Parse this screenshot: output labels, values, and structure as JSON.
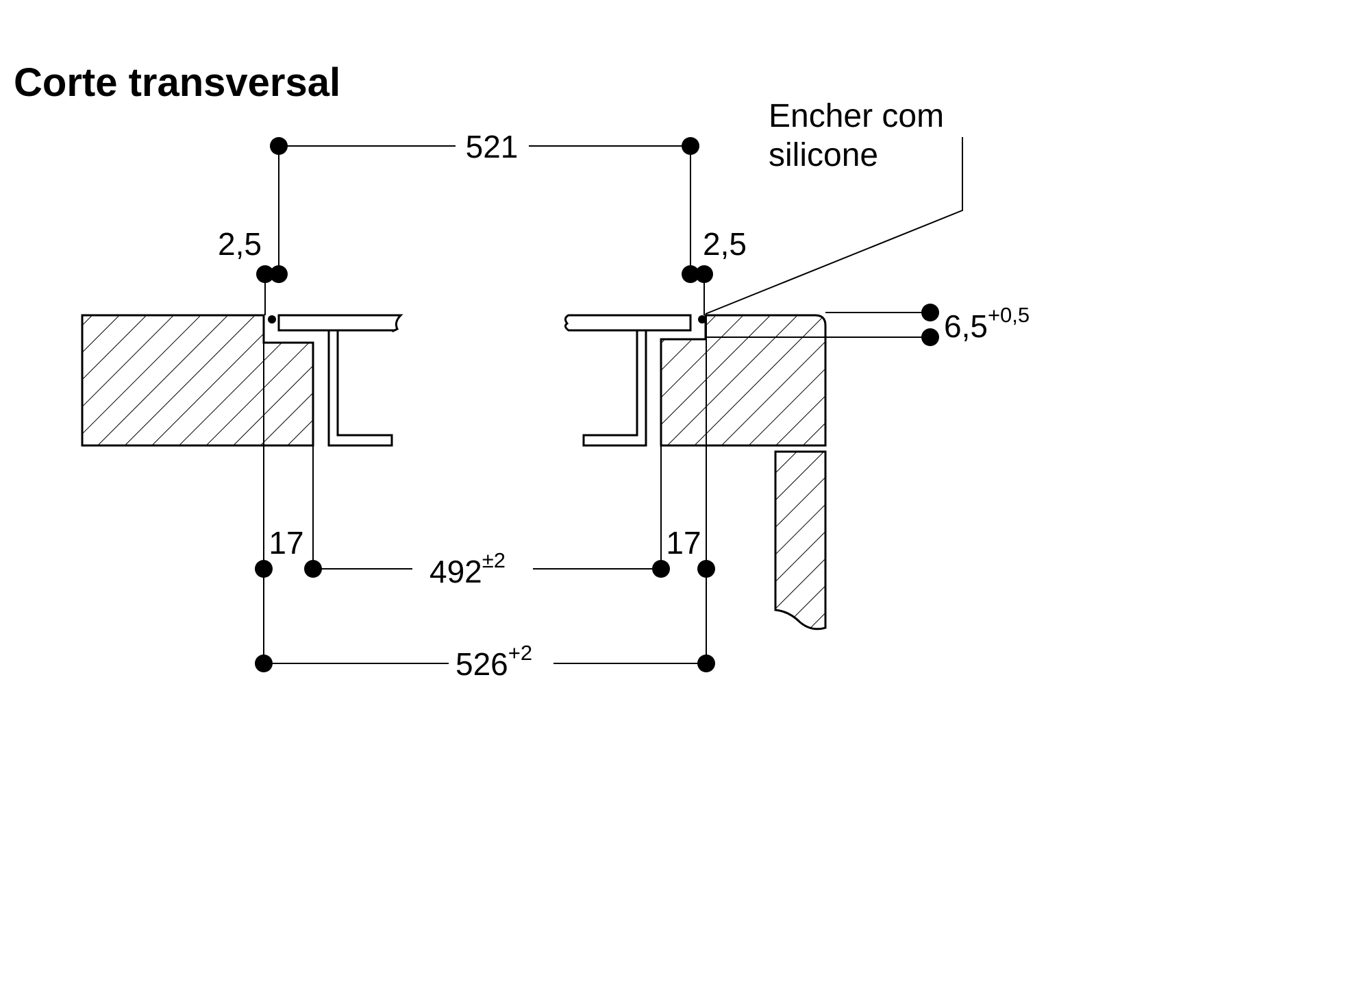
{
  "title": "Corte transversal",
  "note": {
    "line1": "Encher com",
    "line2": "silicone"
  },
  "dimensions": {
    "top_width": "521",
    "gap_left": "2,5",
    "gap_right": "2,5",
    "frame_left": "17",
    "frame_right": "17",
    "inner_width": "492",
    "inner_tolerance": "±2",
    "outer_width": "526",
    "outer_tolerance": "+2",
    "depth": "6,5",
    "depth_tolerance": "+0,5"
  }
}
